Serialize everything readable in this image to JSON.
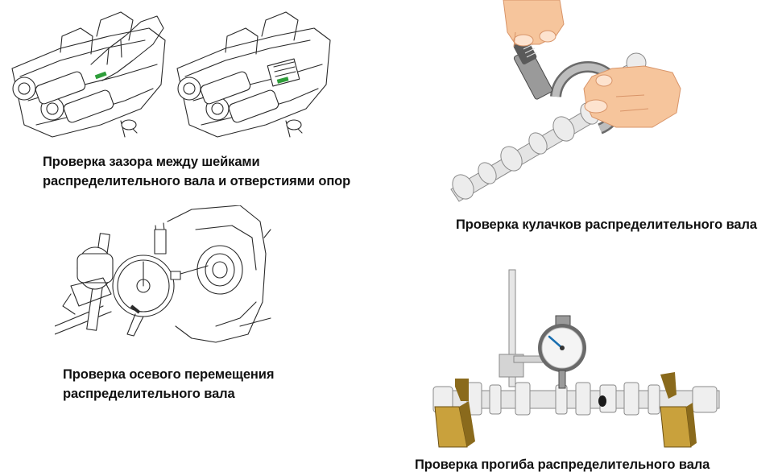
{
  "captions": {
    "clearance_line1": "Проверка зазора между шейками",
    "clearance_line2": "распределительного вала и отверстиями опор",
    "cams": "Проверка кулачков распределительного вала",
    "axial_line1": "Проверка осевого перемещения",
    "axial_line2": "распределительного вала",
    "runout": "Проверка прогиба распределительного вала"
  },
  "colors": {
    "ink": "#2a2a2a",
    "gauge_strip": "#2e9e3a",
    "skin": "#f6c59c",
    "skin_shadow": "#e8a878",
    "metal_light": "#e4e4e4",
    "metal_dark": "#8a8a8a",
    "vblock": "#c9a13c",
    "vblock_shadow": "#8a6a1c",
    "dial_face": "#f4f4f4",
    "needle": "#1a6fb0"
  }
}
